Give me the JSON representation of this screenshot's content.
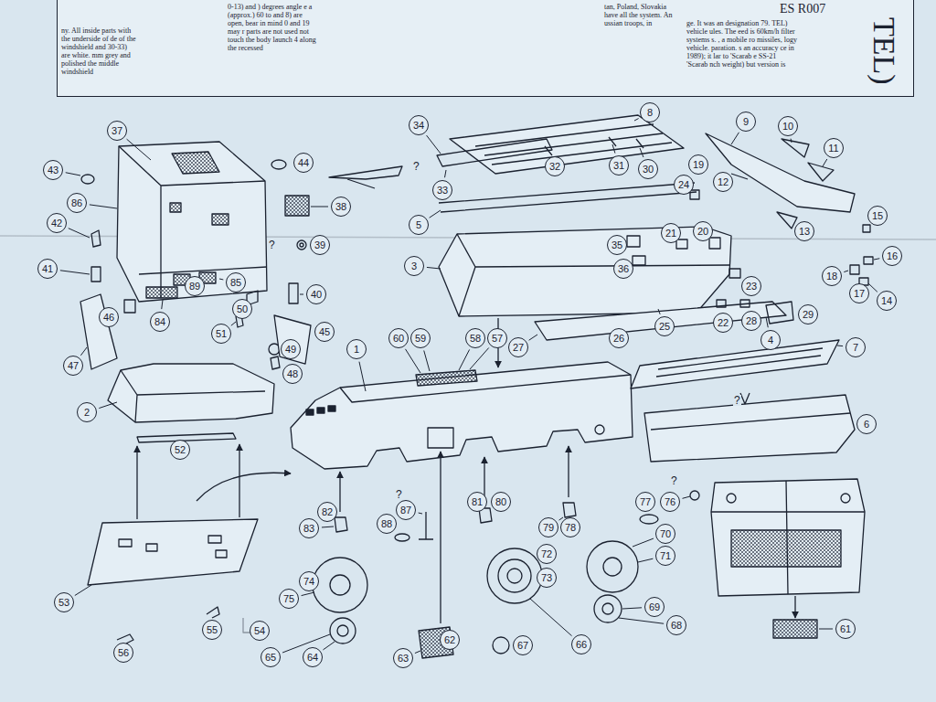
{
  "diagram": {
    "nodes": [
      {
        "text": [
          "ES R007",
          "TEL)",
          "ny. All inside parts with the underside of de of the windshield and 30-33) are white. mm grey and polished the middle windshield",
          "0-13) and ) degrees angle e a (approx.) 60 to and 8) are open, bear in mind 0 and 19 may r parts are not used not touch the body launch 4 along the recessed",
          "tan, Poland, Slovakia have all the system. An ussian troops, in",
          "ge. It was an designation 79. TEL) vehicle ules. The eed is 60km/h filter systems s. , a mobile ro missiles, logy vehicle. paration. s an accuracy ce in 1989); it lar to 'Scarab e SS-21 'Scarab nch weight) but version is"
        ]
      },
      {
        "text": [
          "37"
        ]
      },
      {
        "text": [
          "43"
        ]
      },
      {
        "text": [
          "44"
        ]
      },
      {
        "text": [
          "86"
        ]
      },
      {
        "text": [
          "42"
        ]
      },
      {
        "text": [
          "38"
        ]
      },
      {
        "text": [
          "39"
        ]
      },
      {
        "text": [
          "41"
        ]
      },
      {
        "text": [
          "40"
        ]
      },
      {
        "text": [
          "46"
        ]
      },
      {
        "text": [
          "84"
        ]
      },
      {
        "text": [
          "89"
        ]
      },
      {
        "text": [
          "85"
        ]
      },
      {
        "text": [
          "50"
        ]
      },
      {
        "text": [
          "51"
        ]
      },
      {
        "text": [
          "49"
        ]
      },
      {
        "text": [
          "45"
        ]
      },
      {
        "text": [
          "47"
        ]
      },
      {
        "text": [
          "48"
        ]
      },
      {
        "text": [
          "2"
        ]
      },
      {
        "text": [
          "52"
        ]
      },
      {
        "text": [
          "53"
        ]
      },
      {
        "text": [
          "56"
        ]
      },
      {
        "text": [
          "55"
        ]
      },
      {
        "text": [
          "54"
        ]
      },
      {
        "text": [
          "65"
        ]
      },
      {
        "text": [
          "64"
        ]
      },
      {
        "text": [
          "75"
        ]
      },
      {
        "text": [
          "74"
        ]
      },
      {
        "text": [
          "83"
        ]
      },
      {
        "text": [
          "82"
        ]
      },
      {
        "text": [
          "88"
        ]
      },
      {
        "text": [
          "87"
        ]
      },
      {
        "text": [
          "1"
        ]
      },
      {
        "text": [
          "60"
        ]
      },
      {
        "text": [
          "59"
        ]
      },
      {
        "text": [
          "58"
        ]
      },
      {
        "text": [
          "57"
        ]
      },
      {
        "text": [
          "81"
        ]
      },
      {
        "text": [
          "80"
        ]
      },
      {
        "text": [
          "79"
        ]
      },
      {
        "text": [
          "78"
        ]
      },
      {
        "text": [
          "62"
        ]
      },
      {
        "text": [
          "63"
        ]
      },
      {
        "text": [
          "72"
        ]
      },
      {
        "text": [
          "73"
        ]
      },
      {
        "text": [
          "67"
        ]
      },
      {
        "text": [
          "66"
        ]
      },
      {
        "text": [
          "71"
        ]
      },
      {
        "text": [
          "70"
        ]
      },
      {
        "text": [
          "69"
        ]
      },
      {
        "text": [
          "68"
        ]
      },
      {
        "text": [
          "77"
        ]
      },
      {
        "text": [
          "76"
        ]
      },
      {
        "text": [
          "61"
        ]
      },
      {
        "text": [
          "6"
        ]
      },
      {
        "text": [
          "7"
        ]
      },
      {
        "text": [
          "4"
        ]
      },
      {
        "text": [
          "29"
        ]
      },
      {
        "text": [
          "28"
        ]
      },
      {
        "text": [
          "22"
        ]
      },
      {
        "text": [
          "25"
        ]
      },
      {
        "text": [
          "26"
        ]
      },
      {
        "text": [
          "27"
        ]
      },
      {
        "text": [
          "3"
        ]
      },
      {
        "text": [
          "36"
        ]
      },
      {
        "text": [
          "35"
        ]
      },
      {
        "text": [
          "23"
        ]
      },
      {
        "text": [
          "20"
        ]
      },
      {
        "text": [
          "21"
        ]
      },
      {
        "text": [
          "5"
        ]
      },
      {
        "text": [
          "34"
        ]
      },
      {
        "text": [
          "33"
        ]
      },
      {
        "text": [
          "32"
        ]
      },
      {
        "text": [
          "31"
        ]
      },
      {
        "text": [
          "30"
        ]
      },
      {
        "text": [
          "8"
        ]
      },
      {
        "text": [
          "19"
        ]
      },
      {
        "text": [
          "24"
        ]
      },
      {
        "text": [
          "9"
        ]
      },
      {
        "text": [
          "10"
        ]
      },
      {
        "text": [
          "11"
        ]
      },
      {
        "text": [
          "12"
        ]
      },
      {
        "text": [
          "13"
        ]
      },
      {
        "text": [
          "15"
        ]
      },
      {
        "text": [
          "16"
        ]
      },
      {
        "text": [
          "14"
        ]
      },
      {
        "text": [
          "17"
        ]
      },
      {
        "text": [
          "18"
        ]
      }
    ],
    "labels": [
      "?",
      "?",
      "?",
      "?",
      "?"
    ]
  }
}
